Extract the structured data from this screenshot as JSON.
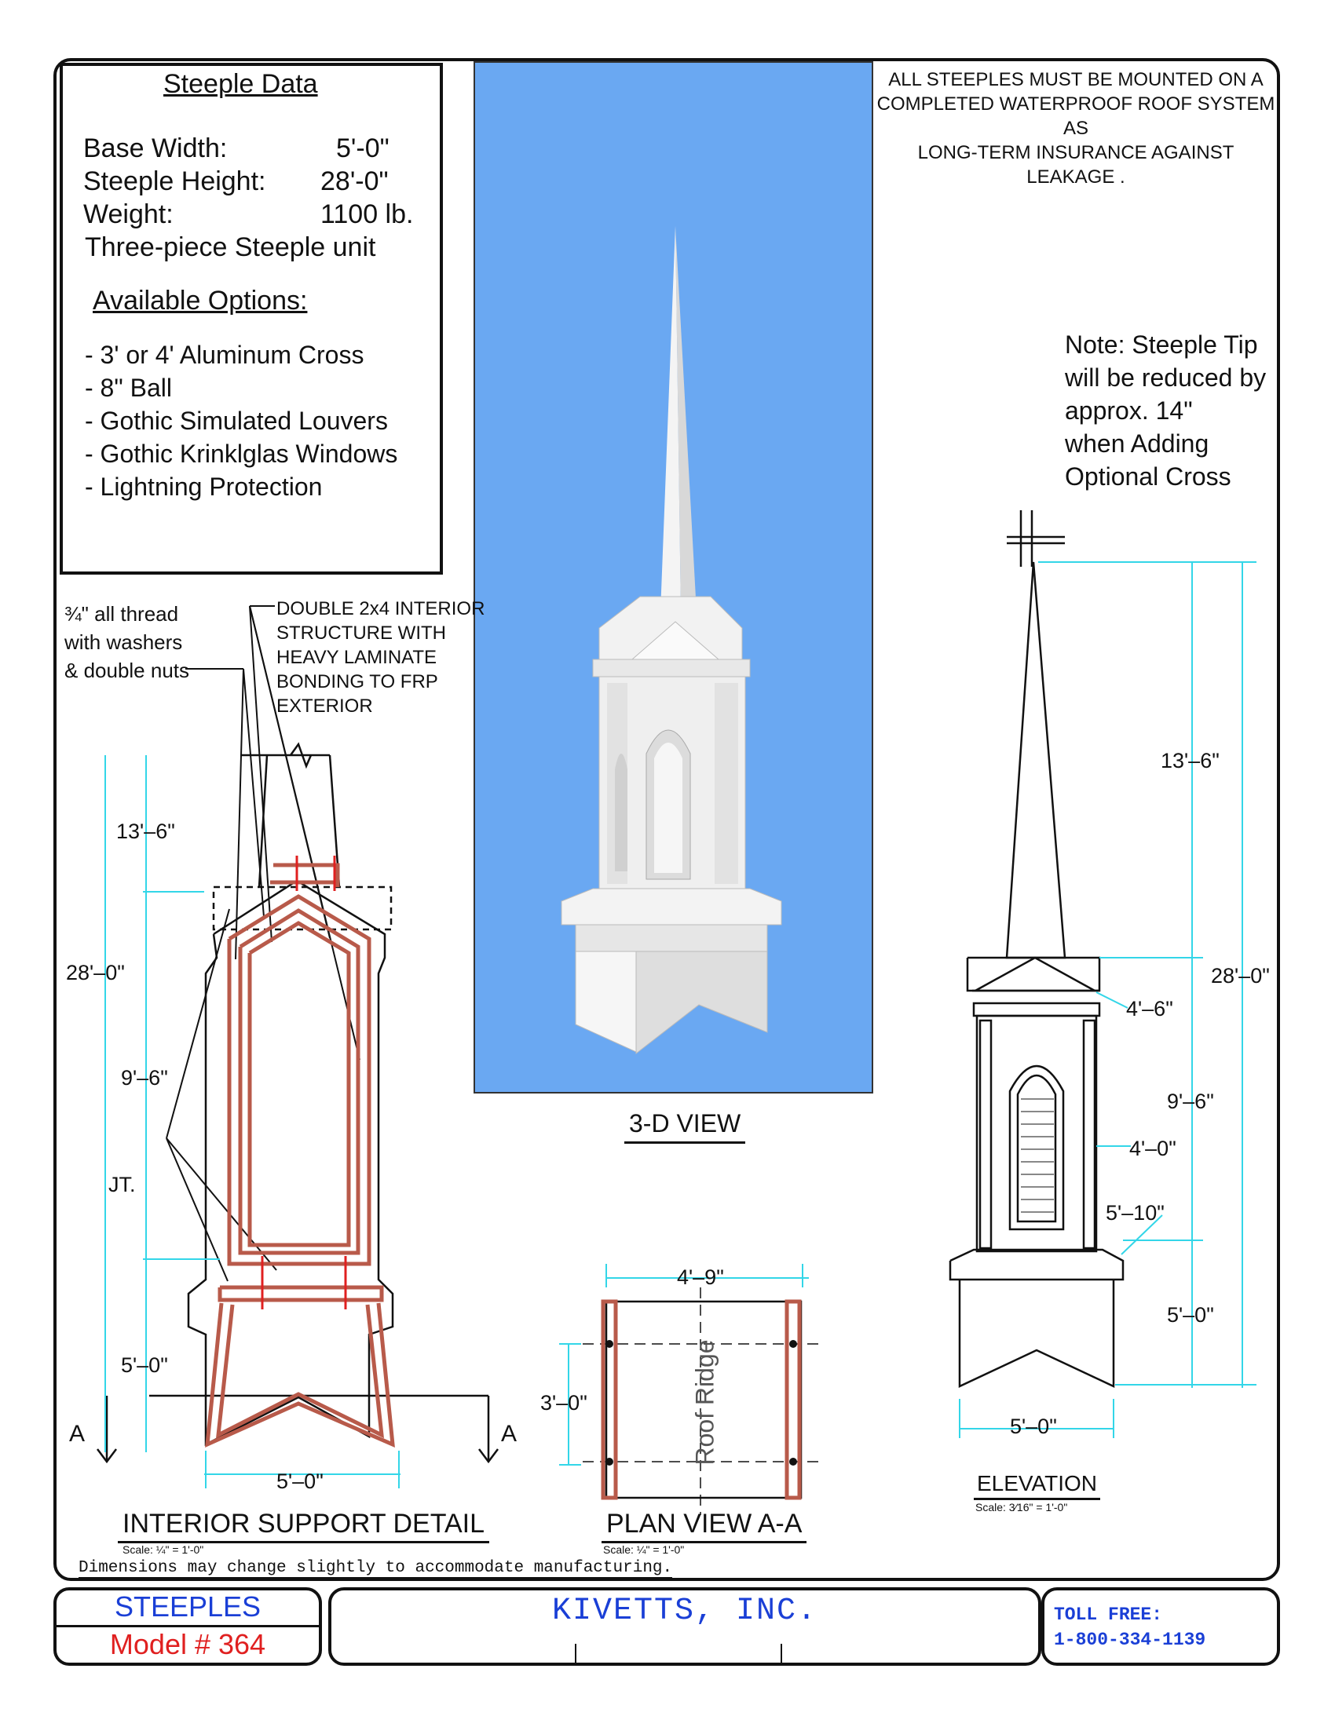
{
  "data_box": {
    "title": "Steeple Data",
    "rows": [
      {
        "label": "Base Width:",
        "value": "5'-0\""
      },
      {
        "label": "Steeple Height:",
        "value": "28'-0\""
      },
      {
        "label": "Weight:",
        "value": "1100 lb."
      }
    ],
    "unit_note": "Three-piece Steeple unit",
    "options_title": "Available Options:",
    "options": [
      "-  3' or 4' Aluminum Cross",
      "-  8\" Ball",
      "-  Gothic Simulated Louvers",
      "-  Gothic Krinklglas Windows",
      "-  Lightning Protection"
    ]
  },
  "mount_note": [
    "ALL STEEPLES MUST BE MOUNTED ON A",
    "COMPLETED WATERPROOF ROOF SYSTEM AS",
    "LONG-TERM INSURANCE AGAINST LEAKAGE ."
  ],
  "tip_note": [
    "Note:  Steeple Tip",
    "will be reduced by",
    "approx. 14\"",
    "when Adding",
    "Optional Cross"
  ],
  "callouts": {
    "thread": [
      "¾\" all thread",
      "with washers",
      "& double nuts"
    ],
    "structure": [
      "DOUBLE 2x4 INTERIOR",
      "STRUCTURE WITH",
      "HEAVY LAMINATE",
      "BONDING TO FRP",
      "EXTERIOR"
    ],
    "jt": "JT."
  },
  "interior_dims": {
    "spire": "13'–6\"",
    "total": "28'–0\"",
    "belfry": "9'–6\"",
    "base": "5'–0\"",
    "width": "5'–0\"",
    "section_mark": "A"
  },
  "plan_dims": {
    "width": "4'–9\"",
    "depth": "3'–0\"",
    "ridge": "Roof Ridge"
  },
  "elev_dims": {
    "spire": "13'–6\"",
    "total": "28'–0\"",
    "gable": "4'–6\"",
    "belfry": "9'–6\"",
    "louver": "4'–0\"",
    "cornice": "5'–10\"",
    "base": "5'–0\"",
    "width": "5'–0\""
  },
  "view_titles": {
    "view3d": "3-D VIEW",
    "interior": "INTERIOR SUPPORT DETAIL",
    "interior_scale": "Scale: ¼\" = 1'-0\"",
    "plan": "PLAN VIEW A-A",
    "plan_scale": "Scale: ¼\" = 1'-0\"",
    "elevation": "ELEVATION",
    "elevation_scale": "Scale: 3⁄16\" = 1'-0\""
  },
  "disclaimer": "Dimensions may change slightly to accommodate manufacturing.",
  "title_block": {
    "category": "STEEPLES",
    "model": "Model # 364",
    "company": "KIVETTS, INC.",
    "toll_label": "TOLL FREE:",
    "phone": "1-800-334-1139"
  },
  "colors": {
    "cyan_dim": "#33d6e8",
    "red_structure": "#b85a4a",
    "sky": "#6aa8f2",
    "title_blue": "#1a3fd6",
    "title_red": "#e02020"
  }
}
